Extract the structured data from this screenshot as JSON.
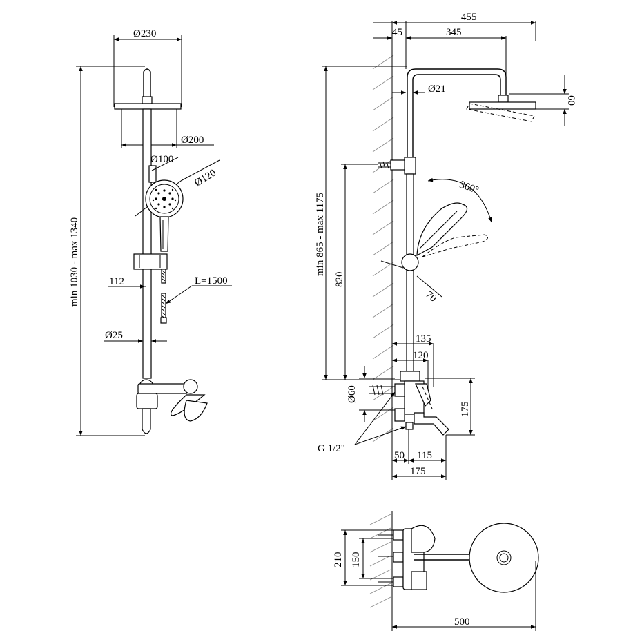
{
  "front_view": {
    "d_head": "Ø230",
    "d_head_inner": "Ø200",
    "d_hand_100": "Ø100",
    "d_hand_120": "Ø120",
    "d_offset": "112",
    "hose_length": "L=1500",
    "d_rail": "Ø25",
    "height_range": "min 1030 - max 1340"
  },
  "side_view": {
    "dim_455": "455",
    "dim_45": "45",
    "dim_345": "345",
    "d_arm": "Ø21",
    "dim_60": "60",
    "rotation": "360°",
    "height_range": "min 865 - max 1175",
    "dim_820": "820",
    "dim_70": "70",
    "dim_135": "135",
    "dim_120": "120",
    "d_60": "Ø60",
    "dim_175_v": "175",
    "thread": "G 1/2\"",
    "dim_50": "50",
    "dim_115": "115",
    "dim_175_h": "175"
  },
  "top_view": {
    "dim_210": "210",
    "dim_150": "150",
    "dim_500": "500"
  }
}
